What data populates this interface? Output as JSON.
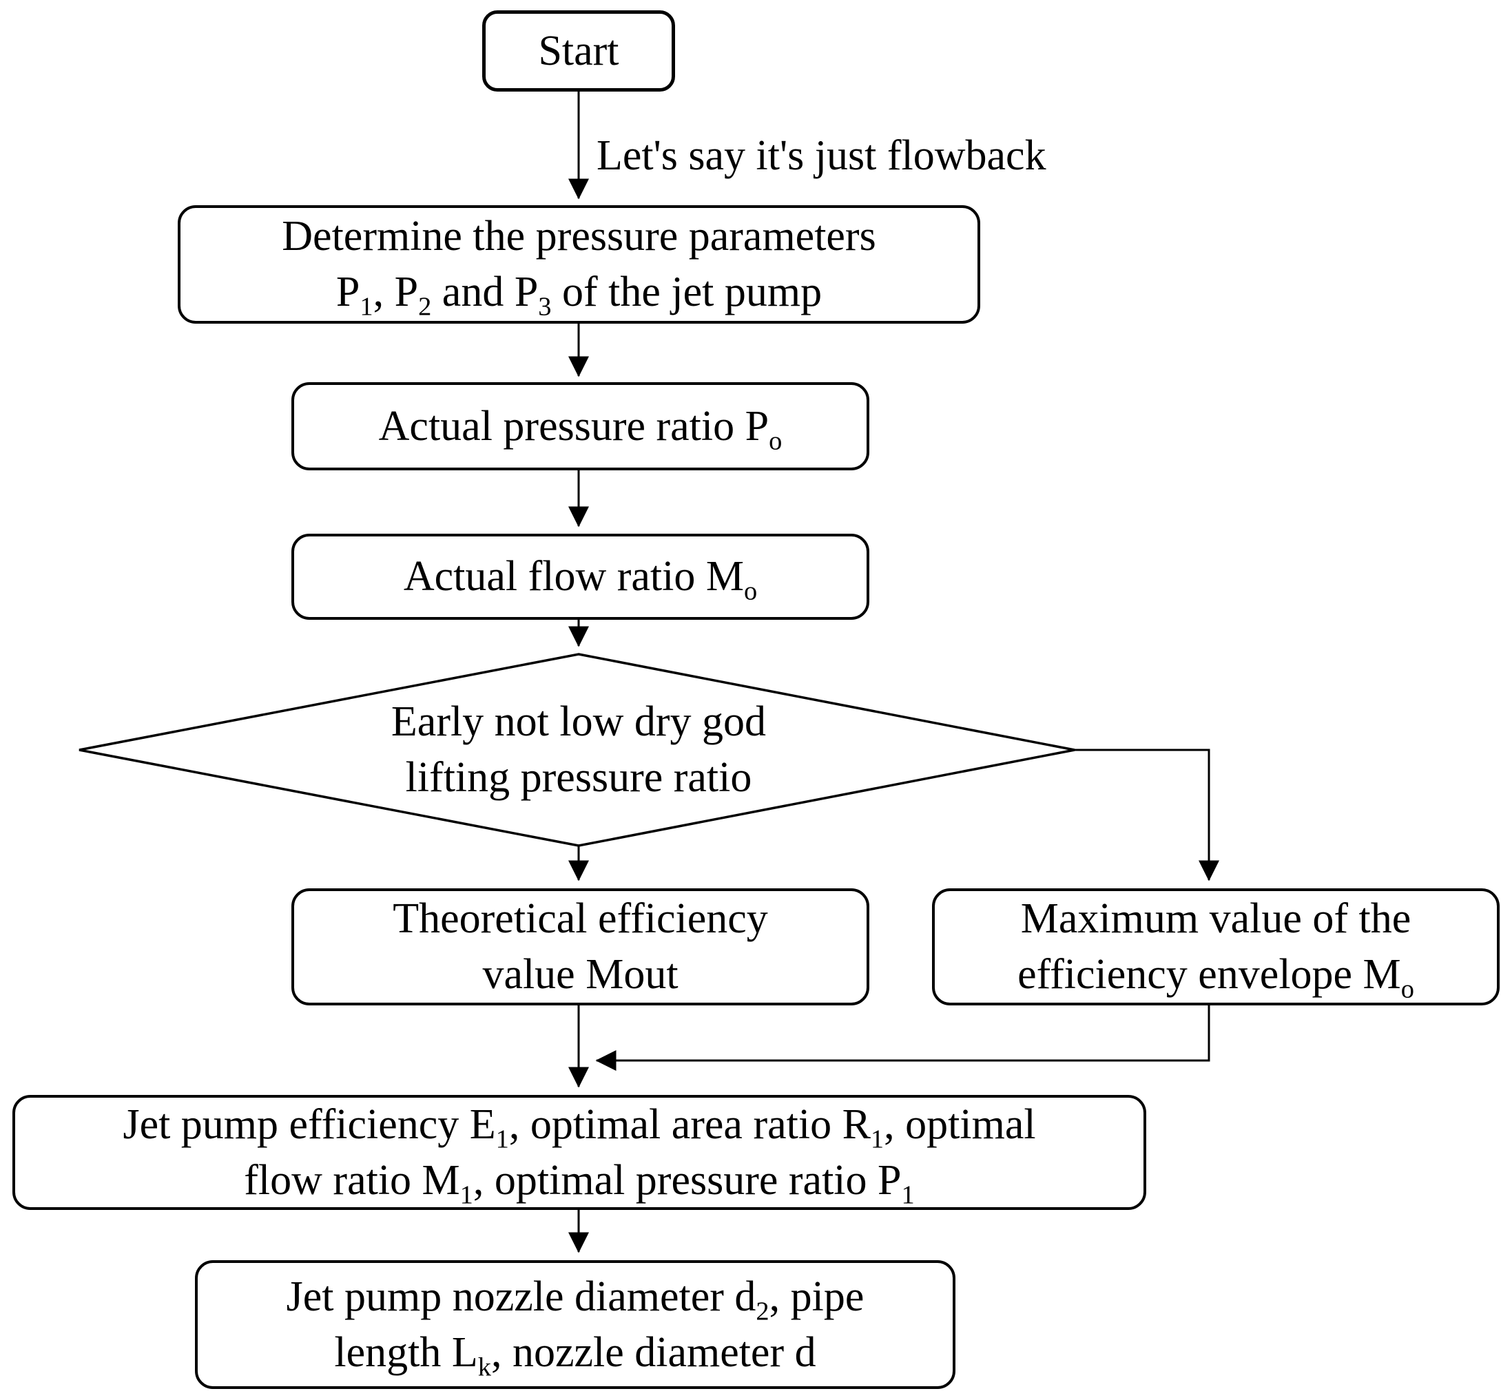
{
  "diagram": {
    "type": "flowchart",
    "colors": {
      "background": "#ffffff",
      "stroke": "#000000",
      "text": "#000000"
    },
    "nodes": [
      {
        "id": "start",
        "shape": "rounded-rect",
        "lines": [
          [
            "Start"
          ]
        ]
      },
      {
        "id": "determine-parameters",
        "shape": "rounded-rect",
        "lines": [
          [
            "Determine the pressure parameters"
          ],
          [
            "P",
            {
              "t": "1",
              "sub": true
            },
            ", P",
            {
              "t": "2",
              "sub": true
            },
            " and P",
            {
              "t": "3",
              "sub": true
            },
            " of the jet pump"
          ]
        ]
      },
      {
        "id": "actual-pressure-ratio",
        "shape": "rounded-rect",
        "lines": [
          [
            "Actual pressure ratio P",
            {
              "t": "o",
              "sub": true
            }
          ]
        ]
      },
      {
        "id": "actual-flow-ratio",
        "shape": "rounded-rect",
        "lines": [
          [
            "Actual flow ratio M",
            {
              "t": "o",
              "sub": true
            }
          ]
        ]
      },
      {
        "id": "lifting-pressure-decision",
        "shape": "diamond",
        "lines": [
          [
            "Early not low dry god"
          ],
          [
            "lifting pressure ratio"
          ]
        ]
      },
      {
        "id": "theoretical-efficiency",
        "shape": "rounded-rect",
        "lines": [
          [
            "Theoretical efficiency"
          ],
          [
            "value Mout"
          ]
        ]
      },
      {
        "id": "maximum-envelope",
        "shape": "rounded-rect",
        "lines": [
          [
            "Maximum value of the"
          ],
          [
            "efficiency envelope M",
            {
              "t": "o",
              "sub": true
            }
          ]
        ]
      },
      {
        "id": "jet-pump-efficiency",
        "shape": "rounded-rect",
        "lines": [
          [
            "Jet pump efficiency E",
            {
              "t": "1",
              "sub": true
            },
            ", optimal area ratio R",
            {
              "t": "1",
              "sub": true
            },
            ", optimal"
          ],
          [
            "flow ratio M",
            {
              "t": "1",
              "sub": true
            },
            ", optimal pressure ratio P",
            {
              "t": "1",
              "sub": true
            }
          ]
        ]
      },
      {
        "id": "nozzle-diameter",
        "shape": "rounded-rect",
        "lines": [
          [
            "Jet pump nozzle diameter d",
            {
              "t": "2",
              "sub": true
            },
            ", pipe"
          ],
          [
            "length L",
            {
              "t": "k",
              "sub": true
            },
            ", nozzle diameter d"
          ]
        ]
      }
    ],
    "edges": [
      {
        "from": "start",
        "to": "determine-parameters",
        "label": "Let's say it's just flowback"
      },
      {
        "from": "determine-parameters",
        "to": "actual-pressure-ratio"
      },
      {
        "from": "actual-pressure-ratio",
        "to": "actual-flow-ratio"
      },
      {
        "from": "actual-flow-ratio",
        "to": "lifting-pressure-decision"
      },
      {
        "from": "lifting-pressure-decision",
        "to": "theoretical-efficiency"
      },
      {
        "from": "lifting-pressure-decision",
        "to": "maximum-envelope"
      },
      {
        "from": "theoretical-efficiency",
        "to": "jet-pump-efficiency"
      },
      {
        "from": "maximum-envelope",
        "to": "jet-pump-efficiency"
      },
      {
        "from": "jet-pump-efficiency",
        "to": "nozzle-diameter"
      }
    ]
  }
}
